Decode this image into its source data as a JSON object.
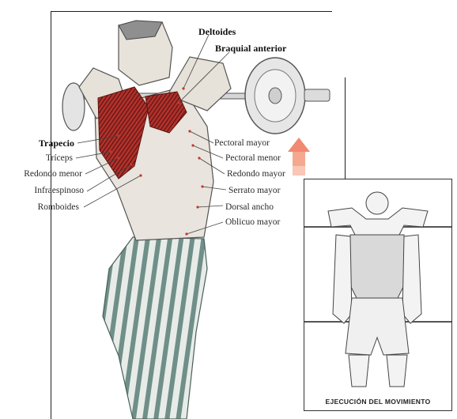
{
  "labels": {
    "deltoides": "Deltoides",
    "braquial_anterior": "Braquial anterior",
    "trapecio": "Trapecio",
    "triceps": "Tríceps",
    "redondo_menor": "Redondo menor",
    "infraespinoso": "Infraespinoso",
    "romboides": "Romboides",
    "pectoral_mayor": "Pectoral mayor",
    "pectoral_menor": "Pectoral menor",
    "redondo_mayor": "Redondo mayor",
    "serrato_mayor": "Serrato mayor",
    "dorsal_ancho": "Dorsal ancho",
    "oblicuo_mayor": "Oblicuo mayor"
  },
  "inset": {
    "caption": "EJECUCIÓN DEL MOVIMIENTO"
  },
  "colors": {
    "muscle_red": "#b3312b",
    "arrow": "#f08a70",
    "skin": "#e9e4dd",
    "stripe": "#6f8f88"
  }
}
